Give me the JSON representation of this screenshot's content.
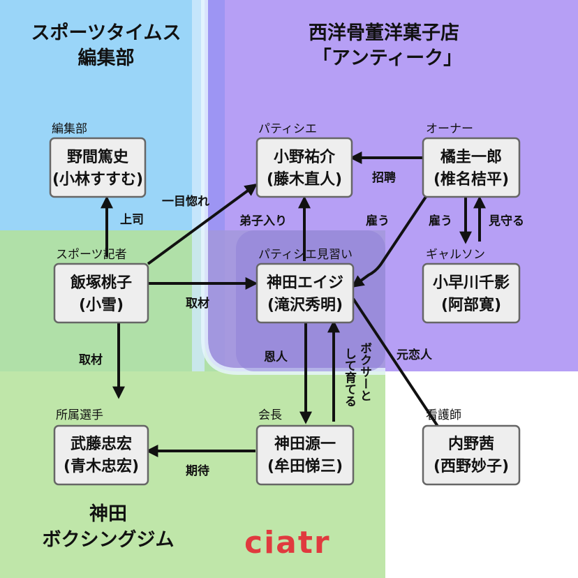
{
  "groups": {
    "sports_times": {
      "line1": "スポーツタイムス",
      "line2": "編集部",
      "color": "#8fd0f7"
    },
    "antique": {
      "line1": "西洋骨董洋菓子店",
      "line2": "「アンティーク」",
      "color": "#b49cf5"
    },
    "boxing_gym": {
      "line1": "神田",
      "line2": "ボクシングジム",
      "color": "#b4e29a"
    }
  },
  "characters": {
    "noma": {
      "role": "編集部",
      "name": "野間篤史",
      "actor": "(小林すすむ)"
    },
    "ono": {
      "role": "パティシエ",
      "name": "小野祐介",
      "actor": "(藤木直人)"
    },
    "tachibana": {
      "role": "オーナー",
      "name": "橘圭一郎",
      "actor": "(椎名桔平)"
    },
    "iizuka": {
      "role": "スポーツ記者",
      "name": "飯塚桃子",
      "actor": "(小雪)"
    },
    "kanda_eiji": {
      "role": "パティシエ見習い",
      "name": "神田エイジ",
      "actor": "(滝沢秀明)"
    },
    "kobayakawa": {
      "role": "ギャルソン",
      "name": "小早川千影",
      "actor": "(阿部寛)"
    },
    "muto": {
      "role": "所属選手",
      "name": "武藤忠宏",
      "actor": "(青木忠宏)"
    },
    "kanda_genichi": {
      "role": "会長",
      "name": "神田源一",
      "actor": "(牟田悌三)"
    },
    "uchino": {
      "role": "看護師",
      "name": "内野茜",
      "actor": "(西野妙子)"
    }
  },
  "relations": {
    "joushi": "上司",
    "hitomebore": "一目惚れ",
    "shushou": "招聘",
    "deshiiri": "弟子入り",
    "yatou_eiji": "雇う",
    "yatou_chikage": "雇う",
    "mimamoru": "見守る",
    "shuzai_eiji": "取材",
    "shuzai_muto": "取材",
    "onjin": "恩人",
    "boxer_line1": "ボクサーと",
    "boxer_line2": "して育てる",
    "motokoibito": "元恋人",
    "kitai": "期待"
  },
  "logo": {
    "text": "ciatr",
    "color": "#e03a3e"
  }
}
